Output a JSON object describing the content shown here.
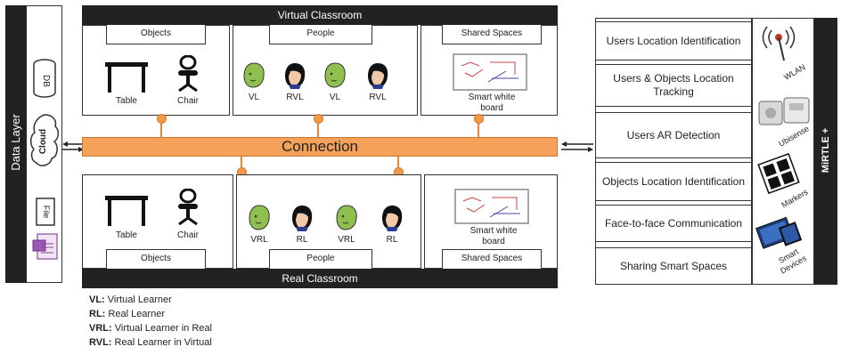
{
  "data_layer": {
    "title": "Data Layer",
    "db_label": "DB",
    "cloud_label": "Cloud",
    "file_label": "File"
  },
  "virtual_classroom": {
    "title": "Virtual Classroom",
    "objects_tab": "Objects",
    "people_tab": "People",
    "spaces_tab": "Shared Spaces",
    "objects": [
      "Table",
      "Chair"
    ],
    "people": [
      "VL",
      "RVL",
      "VL",
      "RVL"
    ],
    "board_label": "Smart white board"
  },
  "connection": {
    "label": "Connection"
  },
  "real_classroom": {
    "title": "Real Classroom",
    "objects_tab": "Objects",
    "people_tab": "People",
    "spaces_tab": "Shared Spaces",
    "objects": [
      "Table",
      "Chair"
    ],
    "people": [
      "VRL",
      "RL",
      "VRL",
      "RL"
    ],
    "board_label": "Smart white board"
  },
  "services": [
    "Users Location Identification",
    "Users & Objects Location Tracking",
    "Users AR Detection",
    "Objects Location Identification",
    "Face-to-face Communication",
    "Sharing Smart Spaces"
  ],
  "devices": {
    "wlan": "WLAN",
    "ubisense": "Ubisense",
    "markers": "Markers",
    "smart_devices": "Smart Devices"
  },
  "mirtle_label": "MiRTLE +",
  "legend": [
    {
      "abbr": "VL:",
      "text": "Virtual Learner"
    },
    {
      "abbr": "RL:",
      "text": "Real Learner"
    },
    {
      "abbr": "VRL:",
      "text": "Virtual Learner in Real"
    },
    {
      "abbr": "RVL:",
      "text": "Real Learner in Virtual"
    }
  ],
  "colors": {
    "connection_fill": "#f5a15a",
    "connection_border": "#c9762e",
    "dark_bar": "#222222",
    "vl_face": "#8fbf4f",
    "rl_face": "#f2c9a8"
  }
}
